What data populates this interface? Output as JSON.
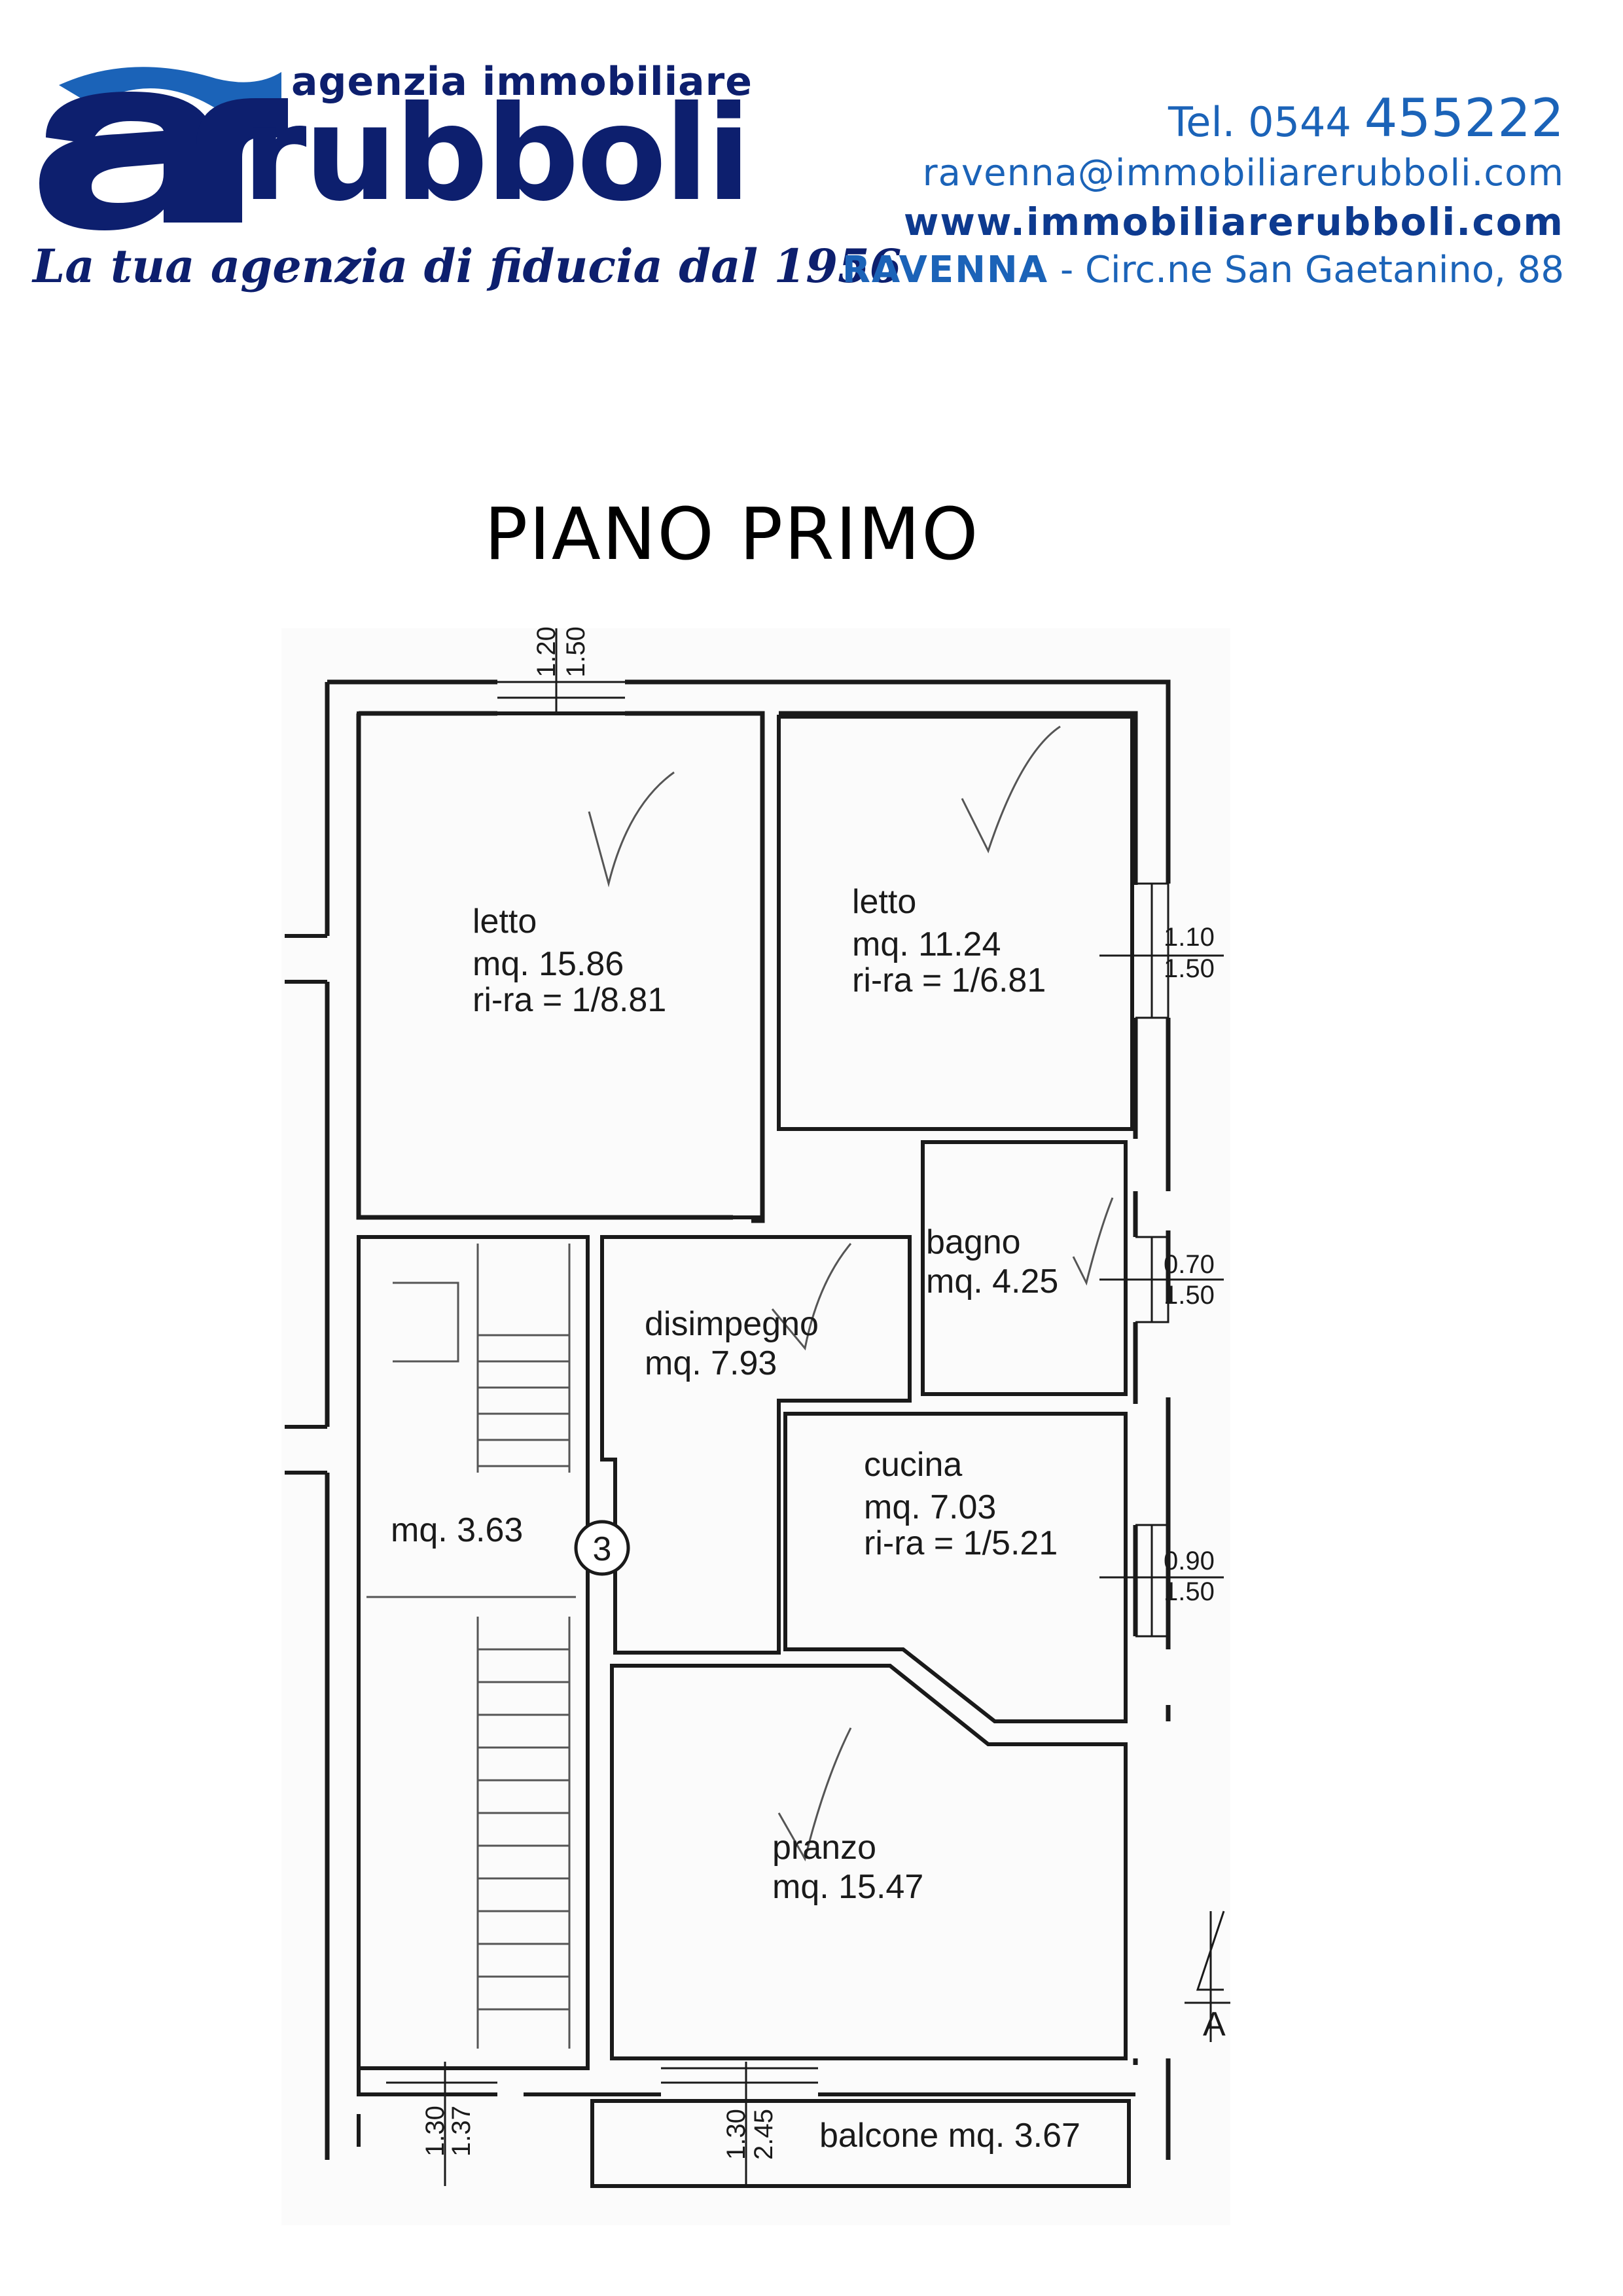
{
  "header": {
    "agency_label": "agenzia immobiliare",
    "brand": "rubboli",
    "tagline": "La tua agenzia di fiducia dal 1956",
    "tel_label": "Tel. 0544",
    "tel_number": "455222",
    "email": "ravenna@immobiliarerubboli.com",
    "website": "www.immobiliarerubboli.com",
    "city": "RAVENNA",
    "address": " - Circ.ne San Gaetanino, 88"
  },
  "plan": {
    "title": "PIANO PRIMO",
    "rooms": {
      "letto1": {
        "name": "letto",
        "area": "mq. 15.86",
        "ratio": "ri-ra = 1/8.81"
      },
      "letto2": {
        "name": "letto",
        "area": "mq. 11.24",
        "ratio": "ri-ra = 1/6.81"
      },
      "bagno": {
        "name": "bagno",
        "area": "mq. 4.25"
      },
      "disimpegno": {
        "name": "disimpegno",
        "area": "mq. 7.93"
      },
      "cucina": {
        "name": "cucina",
        "area": "mq. 7.03",
        "ratio": "ri-ra = 1/5.21"
      },
      "scala": {
        "area": "mq. 3.63"
      },
      "pranzo": {
        "name": "pranzo",
        "area": "mq. 15.47"
      },
      "balcone": {
        "label": "balcone mq. 3.67"
      }
    },
    "stair_marker": "3",
    "dimensions": {
      "top_window": [
        "1.20",
        "1.50"
      ],
      "right_window_1": [
        "1.10",
        "1.50"
      ],
      "right_window_2": [
        "0.70",
        "1.50"
      ],
      "right_window_3": [
        "0.90",
        "1.50"
      ],
      "bottom_window_1": [
        "1.30",
        "1.37"
      ],
      "bottom_window_2": [
        "1.30",
        "2.45"
      ]
    },
    "section_marker": "A"
  },
  "colors": {
    "brand_navy": "#0d1f6e",
    "contact_blue": "#1b63b8",
    "wall": "#1a1a1a"
  }
}
